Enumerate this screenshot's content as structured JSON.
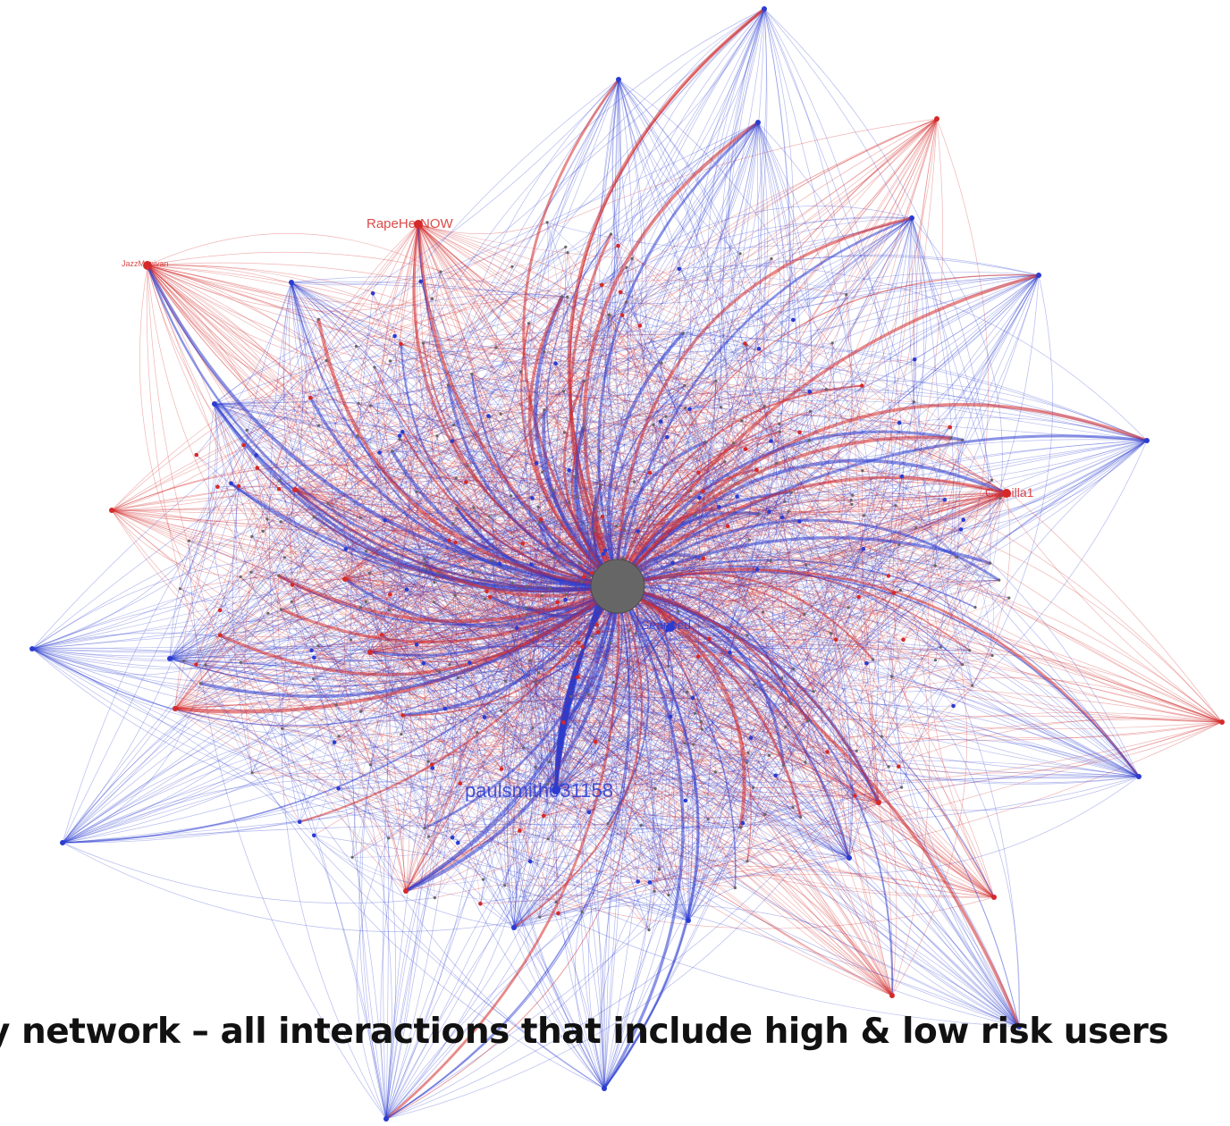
{
  "caption": "y network – all interactions that include high & low risk users",
  "colors": {
    "high_risk": "#d42a2a",
    "low_risk": "#2b3ccf",
    "neutral": "#666666",
    "background": "#ffffff"
  },
  "graph": {
    "center_node": {
      "label": "",
      "color": "#666666"
    },
    "labeled_nodes": [
      {
        "id": "n1",
        "label": "RapeHerNOW",
        "risk": "high"
      },
      {
        "id": "n2",
        "label": "JazzMonivan",
        "risk": "high"
      },
      {
        "id": "n3",
        "label": "Camilla1",
        "risk": "high"
      },
      {
        "id": "n4",
        "label": "paulsmith031158",
        "risk": "low"
      },
      {
        "id": "n5",
        "label": "Seanbed",
        "risk": "low"
      }
    ]
  }
}
